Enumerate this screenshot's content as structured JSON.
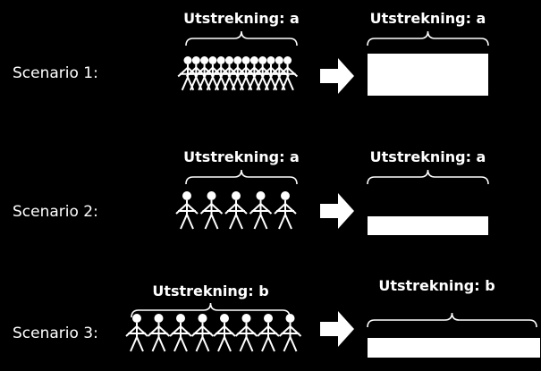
{
  "colors": {
    "background": "#000000",
    "foreground": "#ffffff"
  },
  "scenarios": [
    {
      "label": "Scenario 1:",
      "people_label": "Utstrekning: a",
      "result_label": "Utstrekning: a",
      "people_count": 13,
      "density": "dense",
      "bar_thickness": "thick"
    },
    {
      "label": "Scenario 2:",
      "people_label": "Utstrekning: a",
      "result_label": "Utstrekning: a",
      "people_count": 5,
      "density": "sparse",
      "bar_thickness": "thin"
    },
    {
      "label": "Scenario 3:",
      "people_label": "Utstrekning: b",
      "result_label": "Utstrekning: b",
      "people_count": 8,
      "density": "sparse",
      "bar_thickness": "thin"
    }
  ],
  "icons": {
    "arrow": "right-arrow-icon",
    "person": "stick-figure-icon",
    "brace": "curly-brace"
  }
}
